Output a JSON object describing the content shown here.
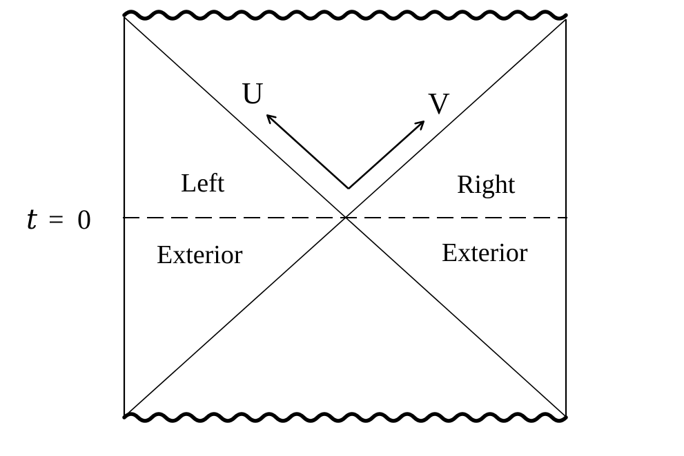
{
  "labels": {
    "left_region_line1": "Left",
    "left_region_line2": "Exterior",
    "right_region_line1": "Right",
    "right_region_line2": "Exterior",
    "arrow_u": "U",
    "arrow_v": "V",
    "time_slice_var": "t",
    "time_slice_eq": "=",
    "time_slice_val": "0"
  },
  "colors": {
    "ink": "#000000",
    "background": "#ffffff"
  }
}
